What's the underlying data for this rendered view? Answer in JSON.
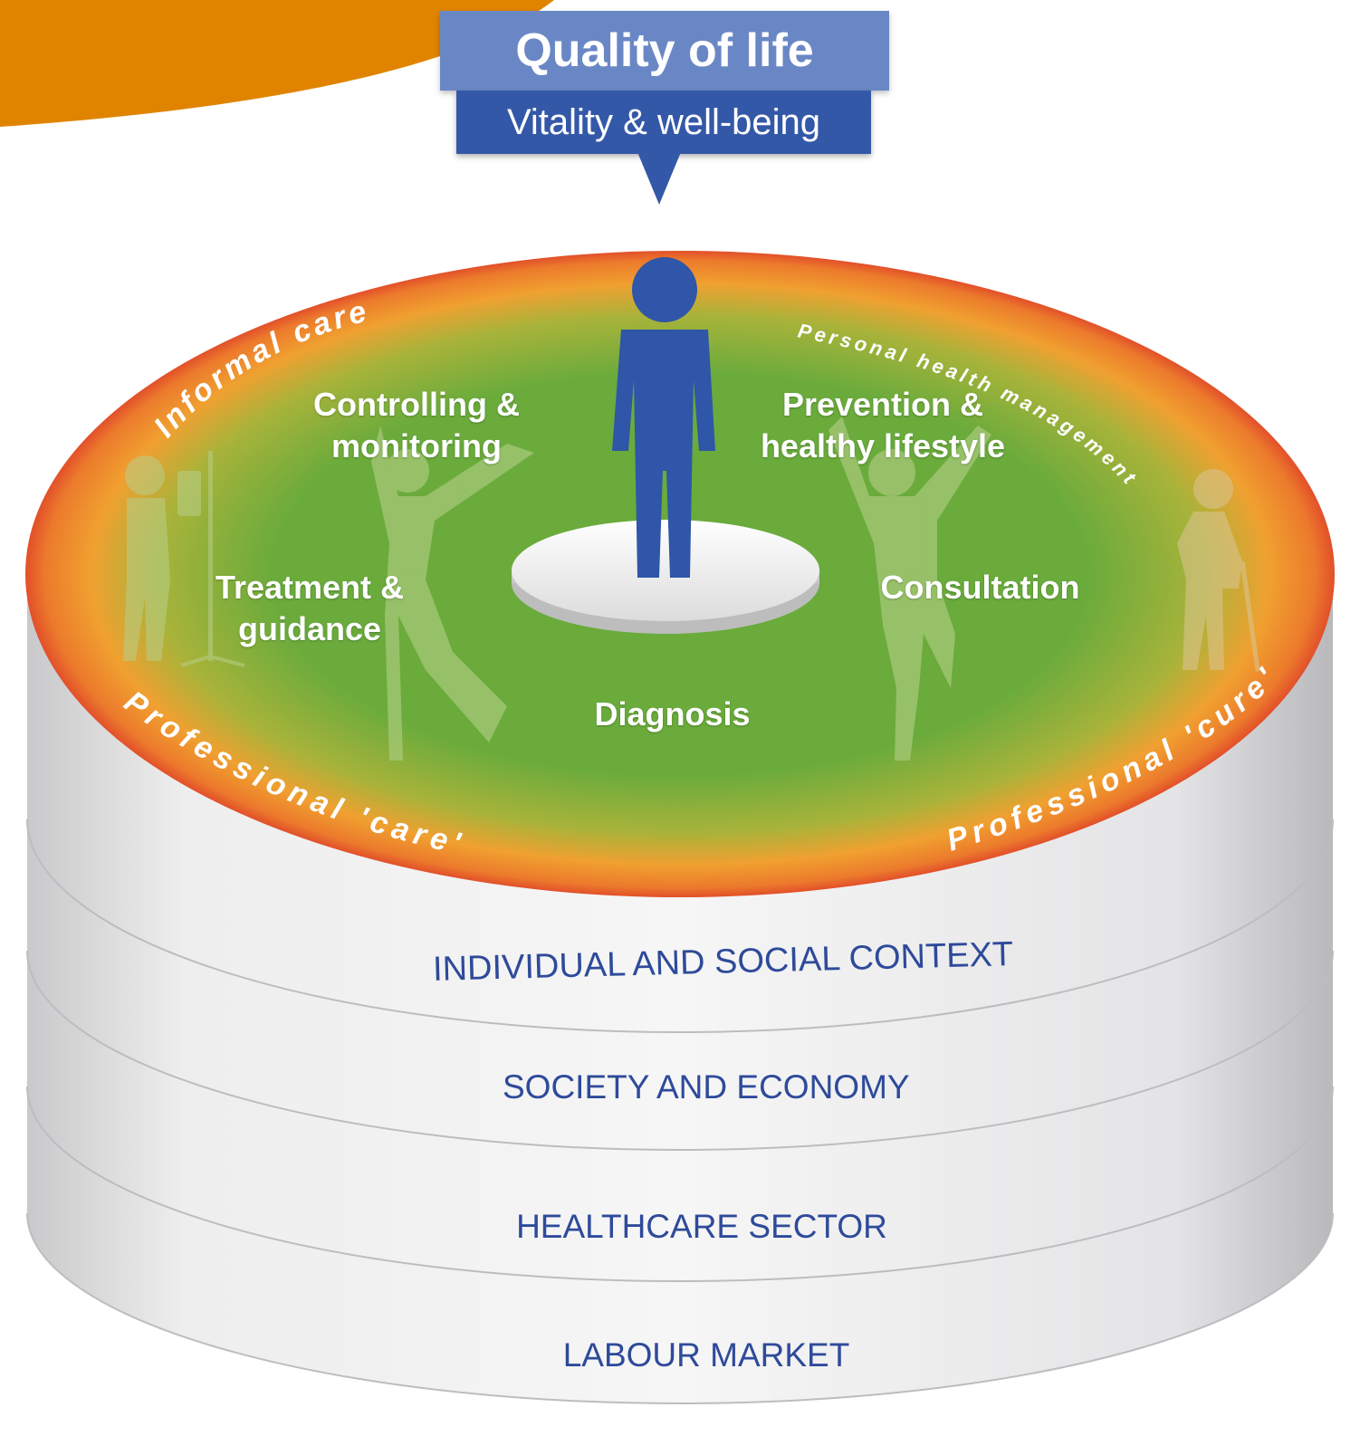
{
  "header": {
    "title": "Quality of life",
    "subtitle": "Vitality & well-being"
  },
  "disc": {
    "segments": {
      "controlling": "Controlling &\nmonitoring",
      "prevention": "Prevention &\nhealthy lifestyle",
      "treatment": "Treatment &\nguidance",
      "consultation": "Consultation",
      "diagnosis": "Diagnosis"
    },
    "ring_labels": {
      "informal_care": "Informal care",
      "personal_health": "Personal health management",
      "professional_care": "Professional 'care'",
      "professional_cure": "Professional 'cure'"
    }
  },
  "layers": [
    "INDIVIDUAL AND SOCIAL CONTEXT",
    "SOCIETY AND ECONOMY",
    "HEALTHCARE SECTOR",
    "LABOUR MARKET"
  ],
  "colors": {
    "accent_blue": "#3458a8",
    "title_blue": "#6a87c5",
    "disc_green": "#6aab3c",
    "ring_orange": "#f0a030",
    "rim_red": "#e85a2a",
    "swoosh_orange": "#e08400",
    "layer_text": "#2e4a9a"
  },
  "icons": [
    "person-icon",
    "pedestal-icon",
    "jumping-woman-icon",
    "jumping-man-icon",
    "elderly-iv-icon",
    "elderly-cane-icon"
  ]
}
